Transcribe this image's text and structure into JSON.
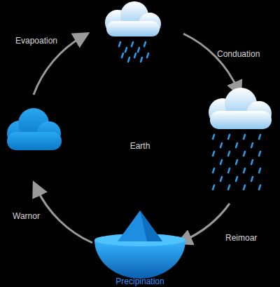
{
  "diagram": {
    "labels": [
      "Evapoation",
      "Conduation",
      "Earth",
      "Reimoar",
      "Warnor",
      "Precipination"
    ]
  }
}
